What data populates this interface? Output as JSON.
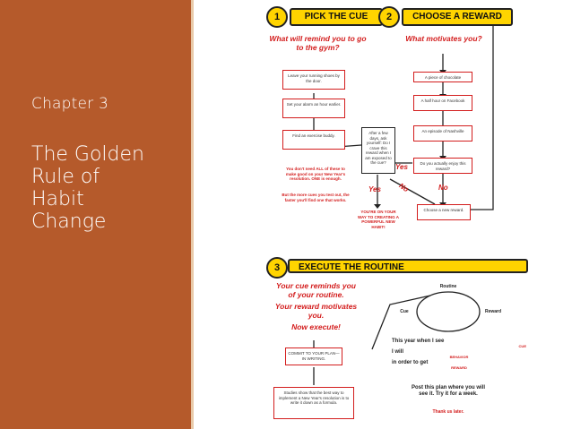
{
  "slide": {
    "chapter": "Chapter 3",
    "title_lines": [
      "The Golden",
      "Rule of",
      "Habit",
      "Change"
    ],
    "colors": {
      "panel": "#b55a2b",
      "accent_yellow": "#ffd400",
      "accent_red": "#d31d1d"
    }
  },
  "flowchart": {
    "step1": {
      "number": "1",
      "label": "PICK THE CUE",
      "question": "What will remind you to go to the gym?",
      "options": [
        "Leave your running shoes by the door.",
        "Set your alarm an hour earlier.",
        "Find an exercise buddy."
      ],
      "note1": "You don't need ALL of these to make good on your New Year's resolution. ONE is enough.",
      "note2": "But the more cues you test out, the faster you'll find one that works."
    },
    "step2": {
      "number": "2",
      "label": "CHOOSE A REWARD",
      "question": "What motivates you?",
      "options": [
        "A piece of chocolate",
        "A half hour on Facebook",
        "An episode of Nashville",
        "Do you actually enjoy this reward?",
        "Choose a new reward."
      ]
    },
    "middle": {
      "check": "After a few days, ask yourself: Do I crave this reward when I am exposed to the cue?",
      "success": "YOU'RE ON YOUR WAY TO CREATING A POWERFUL NEW HABIT!",
      "yes": "Yes",
      "no": "No"
    },
    "step3": {
      "number": "3",
      "label": "EXECUTE THE ROUTINE",
      "heading1": "Your cue reminds you of your routine.",
      "heading2": "Your reward motivates you.",
      "heading3": "Now execute!",
      "commit": "COMMIT TO YOUR PLAN—IN WRITING.",
      "studies": "Studies show that the best way to implement a New Year's resolution is to write it down as a formula.",
      "loop_labels": [
        "Routine",
        "Cue",
        "Reward"
      ],
      "formula": [
        "This year when I see",
        "CUE",
        "I will",
        "BEHAVIOR",
        "in order to get",
        "REWARD"
      ],
      "post": "Post this plan where you will see it. Try it for a week.",
      "thanks": "Thank us later."
    }
  }
}
